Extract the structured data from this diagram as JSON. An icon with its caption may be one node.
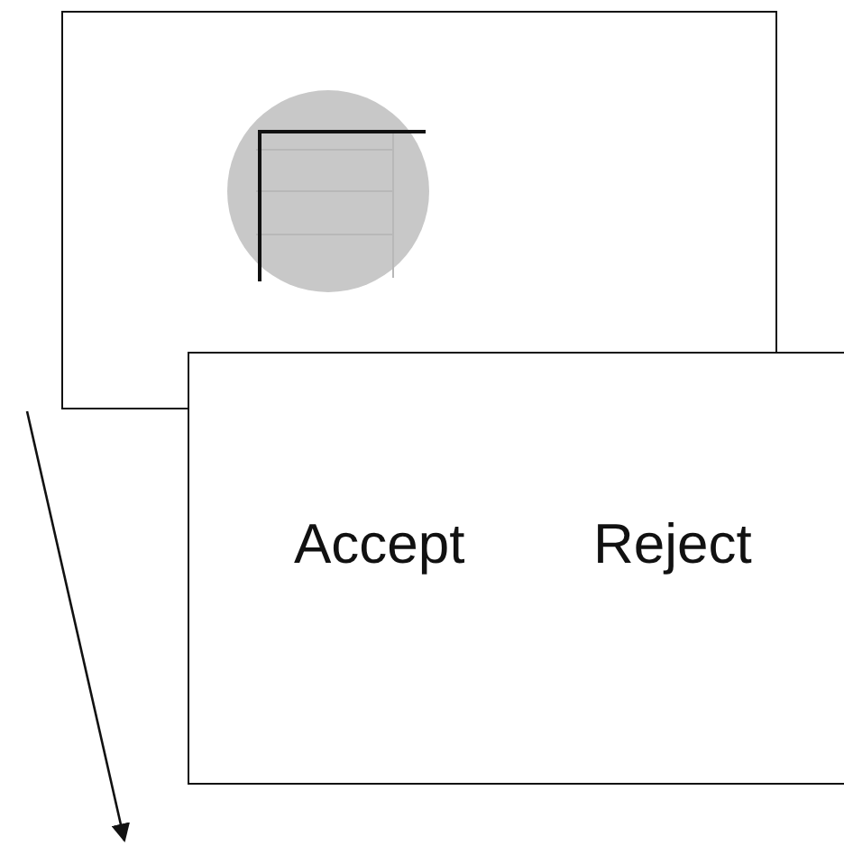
{
  "diagram": {
    "nodes": [
      {
        "text": [],
        "shape": "box"
      },
      {
        "text": [],
        "shape": "circle",
        "in": 0
      },
      {
        "text": [
          "Accept",
          "Reject"
        ]
      }
    ]
  }
}
